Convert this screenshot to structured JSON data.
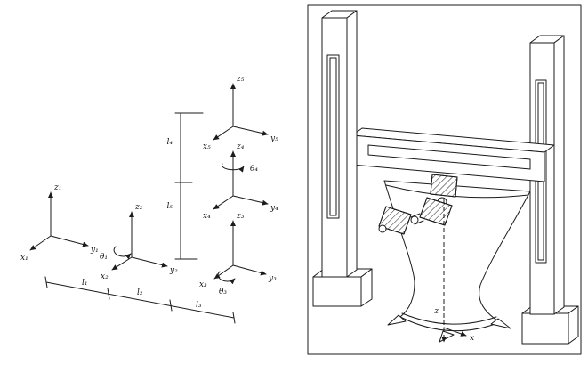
{
  "kinematics": {
    "frames": {
      "f1": {
        "z": "z₁",
        "x": "x₁",
        "y": "y₁"
      },
      "f2": {
        "z": "z₂",
        "x": "x₂",
        "y": "y₂",
        "theta": "θ₁"
      },
      "f3": {
        "z": "z₃",
        "x": "x₃",
        "y": "y₃",
        "theta": "θ₃"
      },
      "f4": {
        "z": "z₄",
        "x": "x₄",
        "y": "y₄",
        "theta": "θ₄"
      },
      "f5": {
        "z": "z₅",
        "x": "x₅",
        "y": "y₅"
      }
    },
    "dimensions": {
      "l1": "l₁",
      "l2": "l₂",
      "l3": "l₃",
      "l4": "l₄",
      "l5": "l₅"
    }
  },
  "machine": {
    "table_axis_z": "z",
    "table_axis_x": "x"
  },
  "colors": {
    "ink": "#1b1b1b",
    "paper": "#ffffff"
  }
}
